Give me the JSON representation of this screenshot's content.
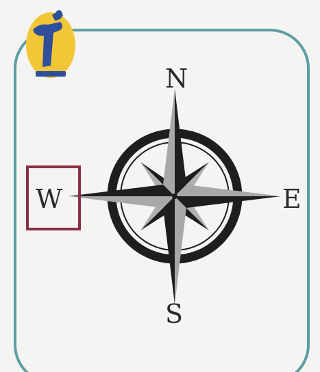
{
  "compass": {
    "north": "N",
    "east": "E",
    "south": "S",
    "west": "W",
    "highlighted_direction": "W"
  },
  "colors": {
    "frame": "#5e9ea3",
    "highlight_box": "#8b2f45",
    "rose_dark": "#1e1e1e",
    "rose_light": "#a8a8a8",
    "logo_yellow": "#f2c737",
    "logo_blue": "#2f4f9a"
  },
  "icons": {
    "logo": "publisher-logo-icon",
    "rose": "compass-rose-icon"
  }
}
